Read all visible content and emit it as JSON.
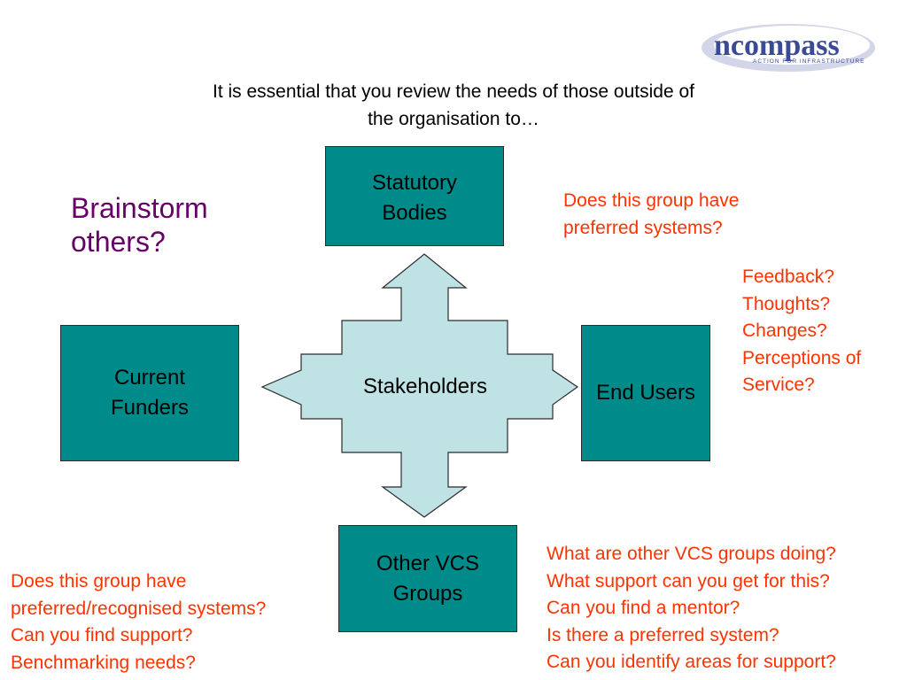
{
  "logo": {
    "name": "ncompass",
    "tagline": "ACTION FOR INFRASTRUCTURE"
  },
  "title": {
    "line1": "It is essential that you review the needs of those outside of",
    "line2": "the organisation to…"
  },
  "brainstorm": {
    "line1": "Brainstorm",
    "line2": "others?"
  },
  "hub": {
    "label": "Stakeholders"
  },
  "boxes": {
    "statutory": {
      "line1": "Statutory",
      "line2": "Bodies"
    },
    "funders": {
      "line1": "Current",
      "line2": "Funders"
    },
    "end_users": {
      "line1": "End Users"
    },
    "other_vcs": {
      "line1": "Other VCS",
      "line2": "Groups"
    }
  },
  "questions": {
    "statutory": [
      "Does this group have",
      "preferred systems?"
    ],
    "end_users": [
      "Feedback?",
      "Thoughts?",
      "Changes?",
      "Perceptions of",
      "Service?"
    ],
    "other_vcs": [
      "What are other VCS groups doing?",
      "What support can you get for this?",
      "Can you find a mentor?",
      "Is there a preferred system?",
      "Can you identify areas for support?"
    ],
    "funders": [
      "Does this group have",
      "preferred/recognised systems?",
      "Can you find support?",
      "Benchmarking needs?"
    ]
  },
  "colors": {
    "box_fill": "#008b8b",
    "hub_fill": "#bfe2e4",
    "question_text": "#ff3300",
    "brainstorm_text": "#660066",
    "logo_blue": "#3a4a94"
  }
}
